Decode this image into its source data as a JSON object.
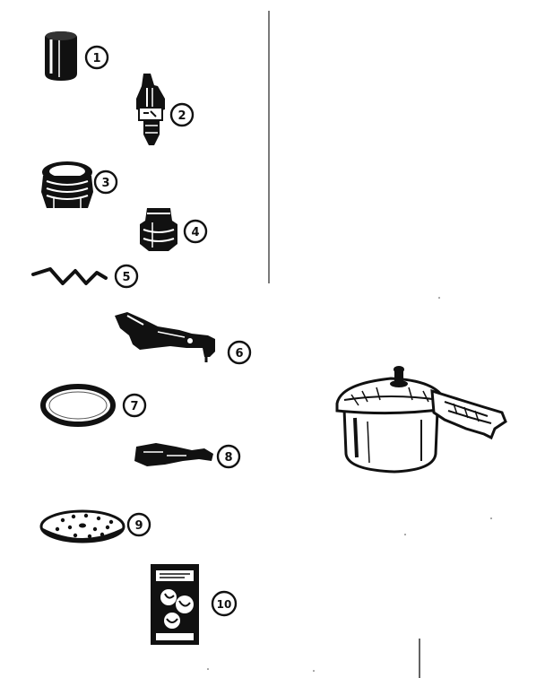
{
  "diagram": {
    "callouts": [
      {
        "id": "1",
        "label": "1"
      },
      {
        "id": "2",
        "label": "2"
      },
      {
        "id": "3",
        "label": "3"
      },
      {
        "id": "4",
        "label": "4"
      },
      {
        "id": "5",
        "label": "5"
      },
      {
        "id": "6",
        "label": "6"
      },
      {
        "id": "7",
        "label": "7"
      },
      {
        "id": "8",
        "label": "8"
      },
      {
        "id": "9",
        "label": "9"
      },
      {
        "id": "10",
        "label": "10"
      }
    ],
    "colors": {
      "ink": "#111111",
      "paper": "#ffffff"
    },
    "parts": [
      {
        "id": "1",
        "icon": "cap-icon"
      },
      {
        "id": "2",
        "icon": "valve-stem-icon"
      },
      {
        "id": "3",
        "icon": "threaded-plug-icon"
      },
      {
        "id": "4",
        "icon": "bushing-icon"
      },
      {
        "id": "5",
        "icon": "spring-wire-icon"
      },
      {
        "id": "6",
        "icon": "bracket-icon"
      },
      {
        "id": "7",
        "icon": "gasket-ring-icon"
      },
      {
        "id": "8",
        "icon": "handle-lever-icon"
      },
      {
        "id": "9",
        "icon": "perforated-rack-icon"
      },
      {
        "id": "10",
        "icon": "booklet-icon"
      }
    ],
    "assembly_icon": "pressure-cooker-icon"
  }
}
